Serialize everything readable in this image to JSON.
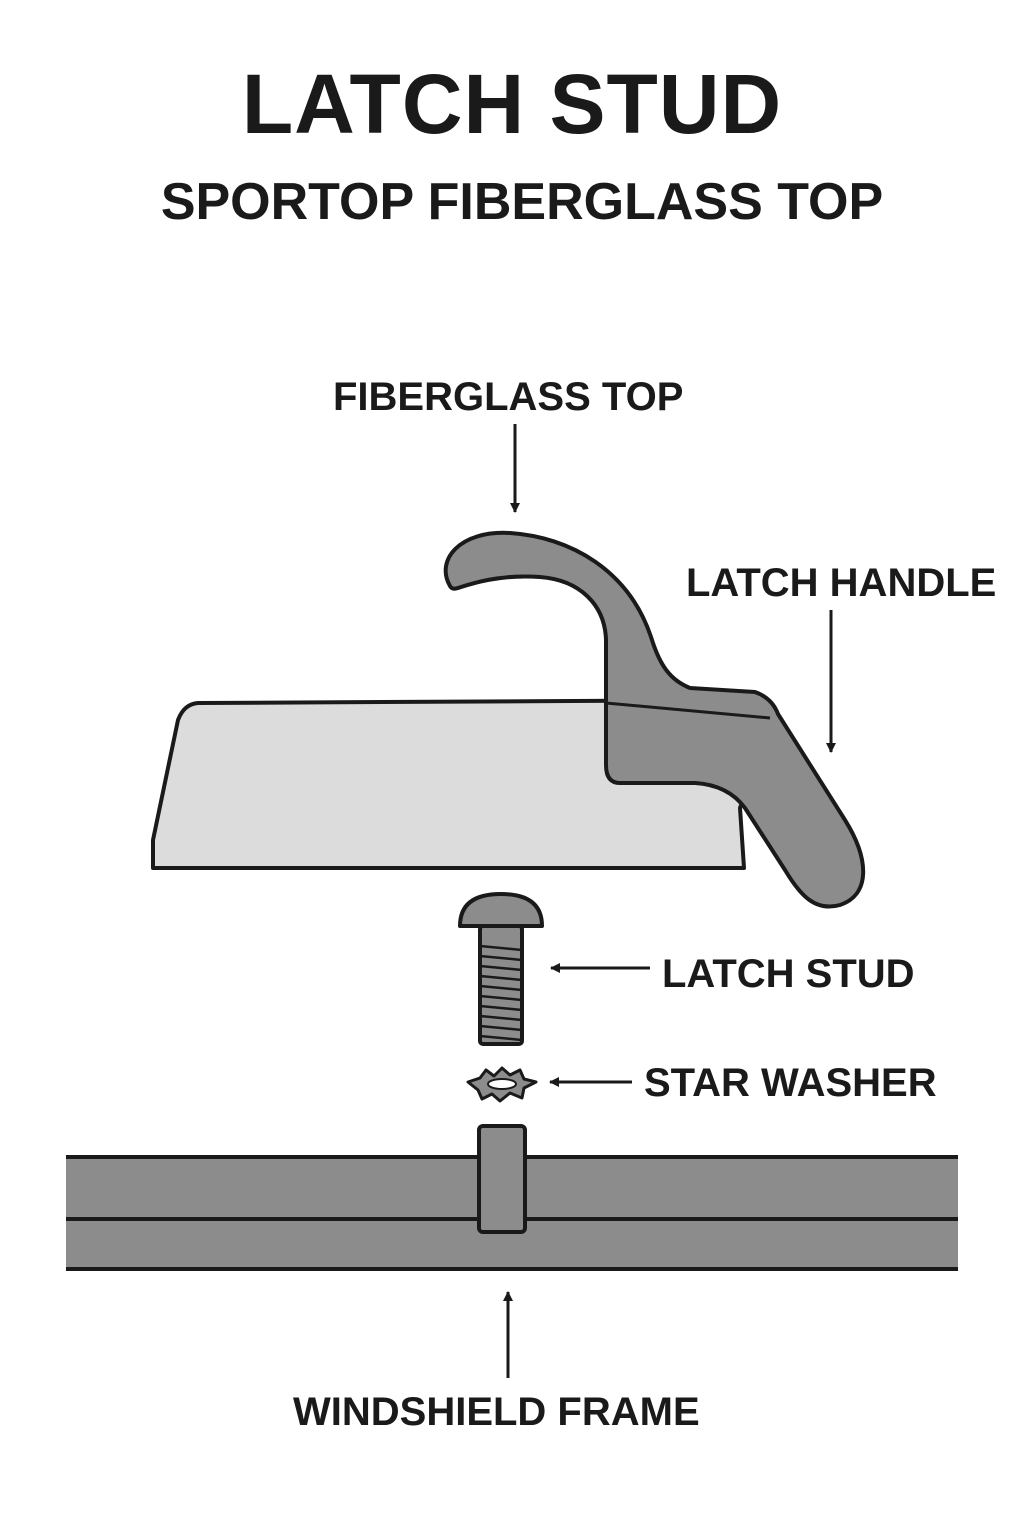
{
  "title": "LATCH STUD",
  "subtitle": "SPORTOP FIBERGLASS TOP",
  "labels": {
    "fiberglass_top": "FIBERGLASS TOP",
    "latch_handle": "LATCH HANDLE",
    "latch_stud": "LATCH STUD",
    "star_washer": "STAR WASHER",
    "windshield_frame": "WINDSHIELD FRAME"
  },
  "colors": {
    "ink": "#1a1a1a",
    "top_fill": "#dcdcdc",
    "metal_fill": "#8c8c8c"
  }
}
